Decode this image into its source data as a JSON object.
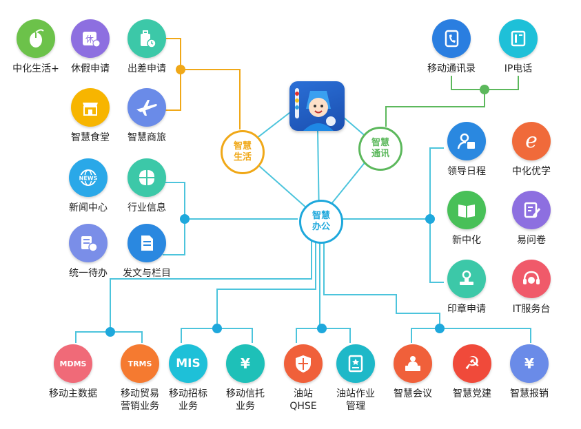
{
  "hubs": {
    "life": {
      "label": "智慧\n生活",
      "color": "#f0a818"
    },
    "comm": {
      "label": "智慧\n通讯",
      "color": "#5cb85c"
    },
    "office": {
      "label": "智慧\n办公",
      "color": "#1ea8dc"
    }
  },
  "apps": {
    "zhonghua_life": {
      "label": "中化生活+",
      "color": "#6cc24a",
      "icon": "mouse-icon"
    },
    "leave": {
      "label": "休假申请",
      "color": "#8d6fe0",
      "icon": "leave-icon"
    },
    "trip": {
      "label": "出差申请",
      "color": "#3cc8a8",
      "icon": "suitcase-icon"
    },
    "canteen": {
      "label": "智慧食堂",
      "color": "#f7b500",
      "icon": "store-icon"
    },
    "travel": {
      "label": "智慧商旅",
      "color": "#6a8be8",
      "icon": "airplane-icon"
    },
    "contacts": {
      "label": "移动通讯录",
      "color": "#2a7ee0",
      "icon": "phone-book-icon"
    },
    "ip_phone": {
      "label": "IP电话",
      "color": "#1ec0d8",
      "icon": "ip-phone-icon"
    },
    "schedule": {
      "label": "领导日程",
      "color": "#2a88e0",
      "icon": "calendar-person-icon"
    },
    "sinochem_learn": {
      "label": "中化优学",
      "color": "#f06a3a",
      "icon": "e-learning-icon"
    },
    "news": {
      "label": "新闻中心",
      "color": "#2aa8e8",
      "icon": "globe-news-icon"
    },
    "industry": {
      "label": "行业信息",
      "color": "#3cc8a8",
      "icon": "pie-icon"
    },
    "xinzhonghua": {
      "label": "新中化",
      "color": "#48c058",
      "icon": "book-icon"
    },
    "survey": {
      "label": "易问卷",
      "color": "#8d6fe0",
      "icon": "survey-icon"
    },
    "todo": {
      "label": "统一待办",
      "color": "#7a8ee8",
      "icon": "todo-list-icon"
    },
    "docs": {
      "label": "发文与栏目",
      "color": "#2a88e0",
      "icon": "document-icon"
    },
    "seal": {
      "label": "印章申请",
      "color": "#3cc8a8",
      "icon": "seal-icon"
    },
    "it_service": {
      "label": "IT服务台",
      "color": "#f05a6a",
      "icon": "headset-icon"
    },
    "master_data": {
      "label": "移动主数据",
      "color": "#f06a78",
      "icon": "mdms-icon",
      "glyph": "MDMS"
    },
    "trade": {
      "label": "移动贸易\n营销业务",
      "color": "#f57a30",
      "icon": "trms-icon",
      "glyph": "TRMS"
    },
    "bidding": {
      "label": "移动招标\n业务",
      "color": "#1ec0d8",
      "icon": "mis-icon",
      "glyph": "MIS"
    },
    "trust": {
      "label": "移动信托\n业务",
      "color": "#1ec0b8",
      "icon": "money-hand-icon",
      "glyph": "¥"
    },
    "station_qhse": {
      "label": "油站\nQHSE",
      "color": "#f0603a",
      "icon": "shield-icon"
    },
    "station_ops": {
      "label": "油站作业\n管理",
      "color": "#1eb8c8",
      "icon": "clipboard-star-icon"
    },
    "meeting": {
      "label": "智慧会议",
      "color": "#f0603a",
      "icon": "podium-icon"
    },
    "party": {
      "label": "智慧党建",
      "color": "#f04a3a",
      "icon": "hammer-sickle-icon",
      "glyph": "☭"
    },
    "reimburse": {
      "label": "智慧报销",
      "color": "#6a8be8",
      "icon": "invoice-yen-icon",
      "glyph": "¥"
    }
  }
}
